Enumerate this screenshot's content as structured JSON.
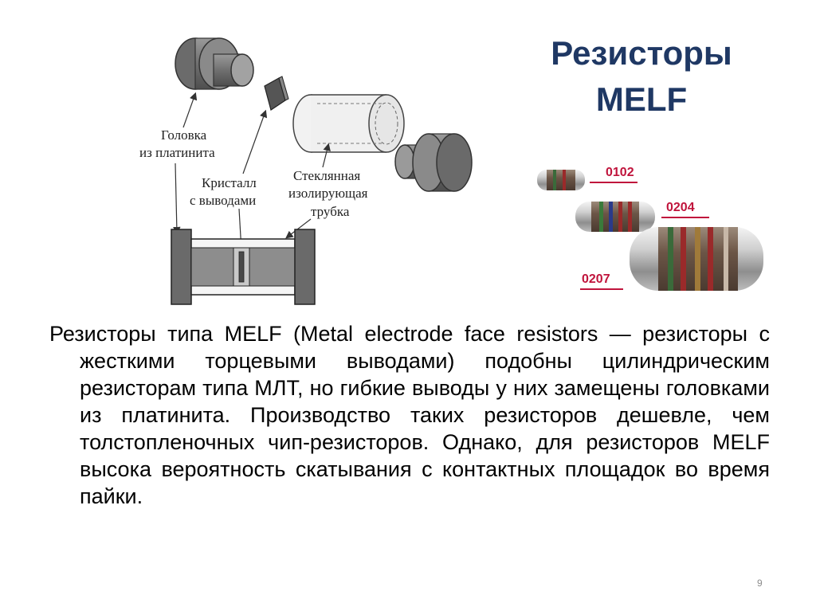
{
  "slide": {
    "title_line1": "Резисторы",
    "title_line2": "MELF",
    "page_number": "9"
  },
  "diagram": {
    "label_head_1": "Головка",
    "label_head_2": "из платинита",
    "label_crystal_1": "Кристалл",
    "label_crystal_2": "с выводами",
    "label_glass_1": "Стеклянная",
    "label_glass_2": "изолирующая",
    "label_glass_3": "трубка"
  },
  "photo": {
    "code_1": "0102",
    "code_2": "0204",
    "code_3": "0207"
  },
  "body": {
    "paragraph": "Резисторы типа MELF (Metal electrode face resistors — резисторы с жесткими торцевыми выводами) подобны цилиндрическим резисторам типа МЛТ, но гибкие выводы у них замещены головками из платинита. Производство таких резисторов дешевле, чем толстопленочных чип-резисторов. Однако, для резисторов MELF высока вероятность скатывания с контактных площадок во время пайки."
  },
  "colors": {
    "title": "#1f3864",
    "code_label": "#c0143c"
  }
}
